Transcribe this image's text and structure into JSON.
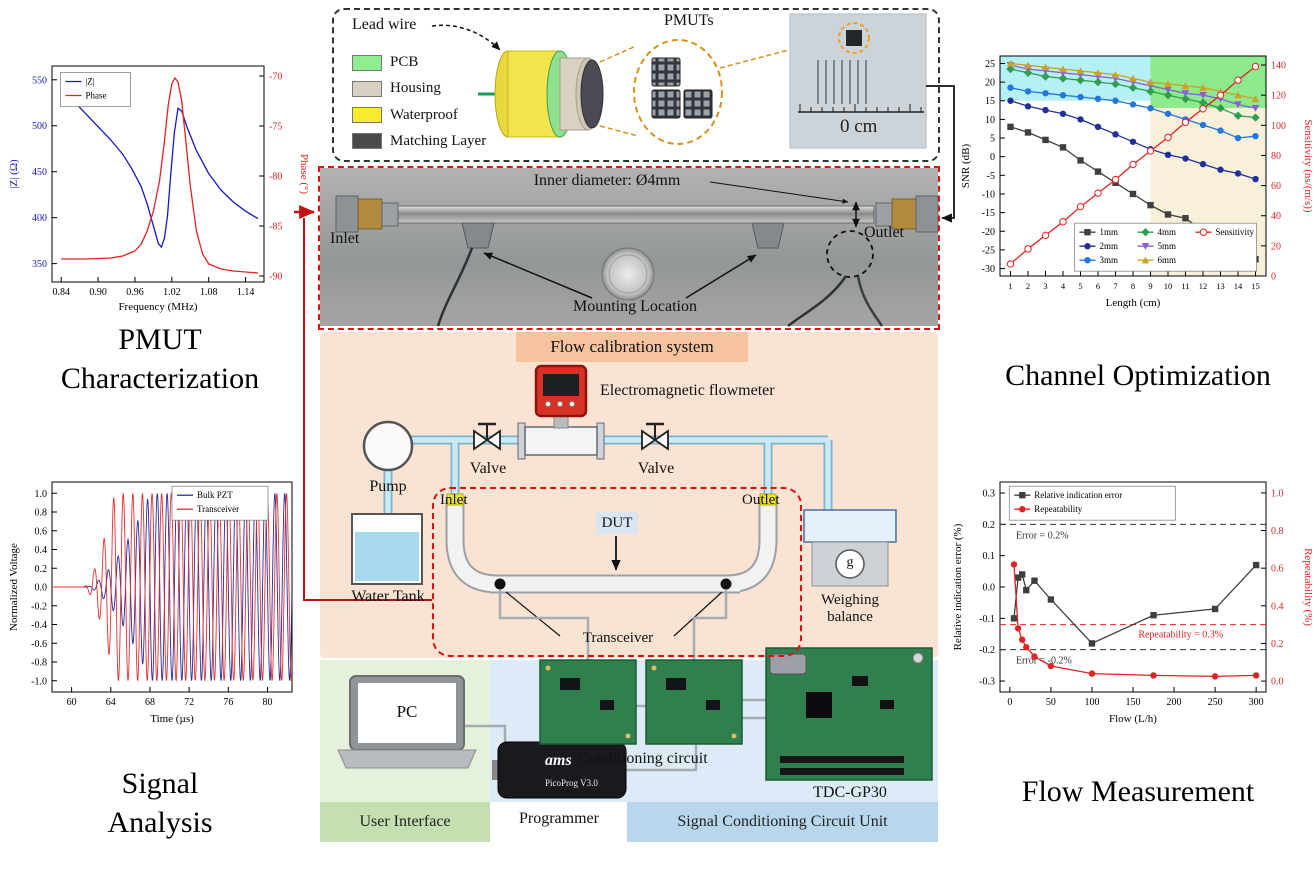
{
  "titles": {
    "pmut1": "PMUT",
    "pmut2": "Characterization",
    "channel": "Channel Optimization",
    "signal1": "Signal",
    "signal2": "Analysis",
    "flow": "Flow Measurement"
  },
  "assembly": {
    "lead_wire": "Lead wire",
    "pmuts": "PMUTs",
    "ruler_label": "0 cm",
    "legend": [
      {
        "label": "PCB",
        "color": "#90ee90"
      },
      {
        "label": "Housing",
        "color": "#d8d0c2"
      },
      {
        "label": "Waterproof",
        "color": "#f6ec2d"
      },
      {
        "label": "Matching Layer",
        "color": "#4a4a4a"
      }
    ]
  },
  "tube_photo": {
    "inlet": "Inlet",
    "outlet": "Outlet",
    "inner_diameter": "Inner diameter: Ø4mm",
    "mounting": "Mounting Location"
  },
  "flow_system": {
    "title": "Flow calibration system",
    "flowmeter": "Electromagnetic flowmeter",
    "pump": "Pump",
    "valve1": "Valve",
    "valve2": "Valve",
    "water_tank": "Water Tank",
    "dut": "DUT",
    "inlet": "Inlet",
    "outlet": "Outlet",
    "transceiver": "Transceiver",
    "weighing1": "Weighing",
    "weighing2": "balance",
    "balance_g": "g"
  },
  "electronics": {
    "pc": "PC",
    "user_interface": "User Interface",
    "programmer": "Programmer",
    "programmer_logo": "ams",
    "programmer_device": "PicoProg V3.0",
    "conditioning": "Conditioning circuit",
    "tdc": "TDC-GP30",
    "unit": "Signal Conditioning Circuit Unit"
  },
  "chart_data": [
    {
      "id": "impedance",
      "type": "line",
      "xlabel": "Frequency (MHz)",
      "xlim": [
        0.825,
        1.17
      ],
      "xticks": [
        0.84,
        0.9,
        0.96,
        1.02,
        1.08,
        1.14
      ],
      "xtick_labels": [
        "0.84",
        "0.90",
        "0.96",
        "1.02",
        "1.08",
        "1.14"
      ],
      "left": {
        "label": "|Z| (Ω)",
        "lim": [
          330,
          565
        ],
        "ticks": [
          350,
          400,
          450,
          500,
          550
        ],
        "tick_labels": [
          "350",
          "400",
          "450",
          "500",
          "550"
        ],
        "color": "#1616c8"
      },
      "right": {
        "label": "Phase (°)",
        "lim": [
          -90.6,
          -69
        ],
        "ticks": [
          -90,
          -85,
          -80,
          -75,
          -70
        ],
        "tick_labels": [
          "-90",
          "-85",
          "-80",
          "-75",
          "-70"
        ],
        "color": "#e32222"
      },
      "series": [
        {
          "name": "|Z|",
          "axis": "left",
          "color": "#1616c8",
          "marker": "none",
          "x": [
            0.84,
            0.86,
            0.88,
            0.9,
            0.92,
            0.94,
            0.955,
            0.97,
            0.98,
            0.99,
            0.998,
            1.003,
            1.008,
            1.013,
            1.018,
            1.024,
            1.03,
            1.036,
            1.045,
            1.06,
            1.08,
            1.1,
            1.12,
            1.14,
            1.16
          ],
          "y": [
            541,
            527,
            513,
            499,
            485,
            469,
            453,
            434,
            415,
            391,
            372,
            368,
            378,
            402,
            445,
            492,
            519,
            516,
            498,
            473,
            448,
            430,
            417,
            407,
            399
          ]
        },
        {
          "name": "Phase",
          "axis": "right",
          "color": "#e32222",
          "marker": "none",
          "x": [
            0.84,
            0.88,
            0.92,
            0.94,
            0.96,
            0.97,
            0.98,
            0.99,
            1.0,
            1.008,
            1.014,
            1.02,
            1.025,
            1.03,
            1.036,
            1.042,
            1.05,
            1.06,
            1.07,
            1.08,
            1.1,
            1.12,
            1.14,
            1.16
          ],
          "y": [
            -88.3,
            -88.3,
            -88.2,
            -88.0,
            -87.5,
            -86.8,
            -85.5,
            -83.5,
            -80.5,
            -76.5,
            -73.0,
            -70.8,
            -70.2,
            -70.6,
            -72.5,
            -76.0,
            -81.0,
            -85.5,
            -87.8,
            -88.8,
            -89.3,
            -89.5,
            -89.6,
            -89.7
          ]
        }
      ]
    },
    {
      "id": "snr",
      "type": "line",
      "xlabel": "Length (cm)",
      "xlim": [
        0.4,
        15.6
      ],
      "xticks": [
        1,
        2,
        3,
        4,
        5,
        6,
        7,
        8,
        9,
        10,
        11,
        12,
        13,
        14,
        15
      ],
      "xtick_labels": [
        "1",
        "2",
        "3",
        "4",
        "5",
        "6",
        "7",
        "8",
        "9",
        "10",
        "11",
        "12",
        "13",
        "14",
        "15"
      ],
      "left": {
        "label": "SNR (dB)",
        "lim": [
          -32,
          27
        ],
        "ticks": [
          -30,
          -25,
          -20,
          -15,
          -10,
          -5,
          0,
          5,
          10,
          15,
          20,
          25
        ],
        "tick_labels": [
          "-30",
          "-25",
          "-20",
          "-15",
          "-10",
          "-5",
          "0",
          "5",
          "10",
          "15",
          "20",
          "25"
        ],
        "color": "#000000"
      },
      "right": {
        "label": "Sensitivity (ns/(m/s))",
        "lim": [
          0,
          146
        ],
        "ticks": [
          0,
          20,
          40,
          60,
          80,
          100,
          120,
          140
        ],
        "tick_labels": [
          "0",
          "20",
          "40",
          "60",
          "80",
          "100",
          "120",
          "140"
        ],
        "color": "#e32222"
      },
      "regions": [
        {
          "x0": 0.4,
          "x1": 9,
          "y0": 15,
          "y1": 27,
          "color": "#b5f0f4"
        },
        {
          "x0": 9,
          "x1": 15.6,
          "y0": 13,
          "y1": 27,
          "color": "#8dea8d"
        },
        {
          "x0": 9,
          "x1": 15.6,
          "y0": -32,
          "y1": 13,
          "color": "#f9f0da"
        }
      ],
      "x": [
        1,
        2,
        3,
        4,
        5,
        6,
        7,
        8,
        9,
        10,
        11,
        12,
        13,
        14,
        15
      ],
      "series": [
        {
          "name": "1mm",
          "color": "#3f3f3f",
          "marker": "square",
          "axis": "left",
          "y": [
            8,
            6.5,
            4.5,
            2.5,
            -1,
            -4,
            -7,
            -10,
            -13,
            -15.5,
            -16.5,
            -20,
            -23,
            -26,
            -27.5
          ]
        },
        {
          "name": "2mm",
          "color": "#20309a",
          "marker": "circle",
          "axis": "left",
          "y": [
            15,
            13.5,
            12.5,
            11.5,
            10,
            8,
            6,
            4,
            2,
            0.5,
            -0.5,
            -2,
            -3.5,
            -4.5,
            -6
          ]
        },
        {
          "name": "3mm",
          "color": "#2277dd",
          "marker": "circle",
          "axis": "left",
          "y": [
            18.5,
            17.5,
            17,
            16.5,
            16,
            15.5,
            15,
            14,
            13,
            11.5,
            10,
            8.5,
            7,
            5,
            5.5
          ]
        },
        {
          "name": "4mm",
          "color": "#2f9e4f",
          "marker": "diamond",
          "axis": "left",
          "y": [
            23.5,
            22.5,
            21.5,
            21,
            20.5,
            20,
            19.5,
            18.5,
            17.5,
            16.5,
            15.5,
            14.5,
            13,
            11,
            10.5
          ]
        },
        {
          "name": "5mm",
          "color": "#8a5fd2",
          "marker": "triangle-down",
          "axis": "left",
          "y": [
            24.5,
            23.5,
            23,
            22.5,
            22,
            21.5,
            21,
            20,
            19,
            18,
            17,
            16.5,
            15.5,
            14,
            13
          ]
        },
        {
          "name": "6mm",
          "color": "#c9a227",
          "marker": "triangle-up",
          "axis": "left",
          "y": [
            25,
            24.5,
            24,
            23.5,
            23,
            22.5,
            22,
            21,
            20,
            19.5,
            19,
            18.5,
            17.5,
            16.5,
            15.5
          ]
        },
        {
          "name": "Sensitivity",
          "color": "#e32222",
          "marker": "open-circle",
          "axis": "right",
          "y": [
            8,
            18,
            27,
            36,
            46,
            55,
            64,
            74,
            83,
            92,
            102,
            111,
            120,
            130,
            139
          ]
        }
      ]
    },
    {
      "id": "signal",
      "type": "line",
      "xlabel": "Time (µs)",
      "xlim": [
        58,
        82.5
      ],
      "xticks": [
        60,
        64,
        68,
        72,
        76,
        80
      ],
      "xtick_labels": [
        "60",
        "64",
        "68",
        "72",
        "76",
        "80"
      ],
      "left": {
        "label": "Normalized Voltage",
        "lim": [
          -1.12,
          1.12
        ],
        "ticks": [
          -1,
          -0.8,
          -0.6,
          -0.4,
          -0.2,
          0,
          0.2,
          0.4,
          0.6,
          0.8,
          1
        ],
        "tick_labels": [
          "-1.0",
          "-0.8",
          "-0.6",
          "-0.4",
          "-0.2",
          "0.0",
          "0.2",
          "0.4",
          "0.6",
          "0.8",
          "1.0"
        ],
        "color": "#000000"
      },
      "series": [
        {
          "name": "Bulk PZT",
          "color": "#2a2a9e",
          "axis": "left",
          "marker": "none",
          "width": 0.9,
          "burst": {
            "t0": 61.5,
            "tEnd": 82.5,
            "freq": 1.0,
            "rise": 6.5,
            "amp": 1.0,
            "phase": 0
          }
        },
        {
          "name": "Transceiver",
          "color": "#e83030",
          "axis": "left",
          "marker": "none",
          "width": 0.9,
          "burst": {
            "t0": 61.2,
            "tEnd": 82.5,
            "freq": 1.02,
            "rise": 3.2,
            "amp": 1.0,
            "phase": 0.6
          }
        }
      ]
    },
    {
      "id": "flowmeas",
      "type": "line",
      "xlabel": "Flow (L/h)",
      "xlim": [
        -12,
        312
      ],
      "xticks": [
        0,
        50,
        100,
        150,
        200,
        250,
        300
      ],
      "xtick_labels": [
        "0",
        "50",
        "100",
        "150",
        "200",
        "250",
        "300"
      ],
      "left": {
        "label": "Relative indication error (%)",
        "lim": [
          -0.335,
          0.335
        ],
        "ticks": [
          -0.3,
          -0.2,
          -0.1,
          0,
          0.1,
          0.2,
          0.3
        ],
        "tick_labels": [
          "-0.3",
          "-0.2",
          "-0.1",
          "0.0",
          "0.1",
          "0.2",
          "0.3"
        ],
        "color": "#000000"
      },
      "right": {
        "label": "Repeatability (%)",
        "lim": [
          -0.058,
          1.058
        ],
        "ticks": [
          0,
          0.2,
          0.4,
          0.6,
          0.8,
          1.0
        ],
        "tick_labels": [
          "0.0",
          "0.2",
          "0.4",
          "0.6",
          "0.8",
          "1.0"
        ],
        "color": "#e32222"
      },
      "hlines": [
        {
          "axis": "left",
          "y": 0.2,
          "color": "#333333",
          "dash": "6,4",
          "label": "Error = 0.2%",
          "fx": 0.06,
          "dy": 14
        },
        {
          "axis": "left",
          "y": -0.2,
          "color": "#333333",
          "dash": "6,4",
          "label": "Error = -0.2%",
          "fx": 0.06,
          "dy": 14
        },
        {
          "axis": "right",
          "y": 0.3,
          "color": "#e32222",
          "dash": "6,4",
          "label": "Repeatability = 0.3%",
          "fx": 0.52,
          "dy": 13
        }
      ],
      "x": [
        5,
        10,
        15,
        20,
        30,
        50,
        100,
        175,
        250,
        300
      ],
      "series": [
        {
          "name": "Relative indication error",
          "color": "#3f3f3f",
          "marker": "square",
          "axis": "left",
          "y": [
            -0.1,
            0.03,
            0.04,
            -0.01,
            0.02,
            -0.04,
            -0.18,
            -0.09,
            -0.07,
            0.07
          ]
        },
        {
          "name": "Repeatability",
          "color": "#e32222",
          "marker": "circle",
          "axis": "right",
          "y": [
            0.62,
            0.28,
            0.22,
            0.18,
            0.13,
            0.08,
            0.04,
            0.03,
            0.025,
            0.03
          ]
        }
      ]
    }
  ]
}
